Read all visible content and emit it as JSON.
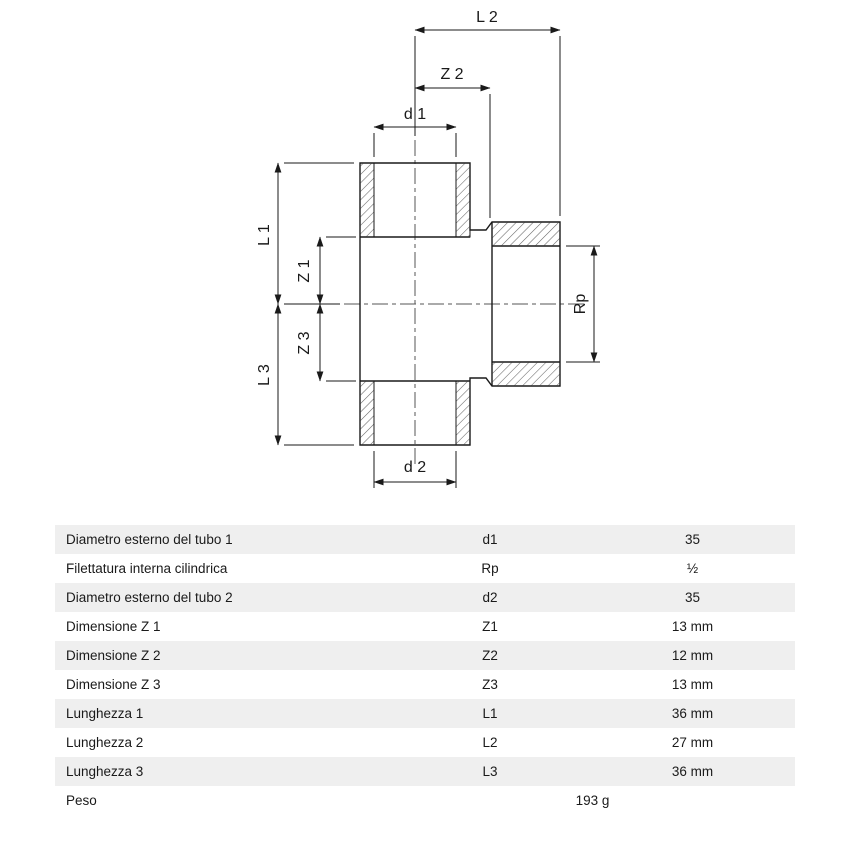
{
  "diagram": {
    "labels": {
      "L2": "L 2",
      "Z2": "Z 2",
      "d1": "d 1",
      "L1": "L 1",
      "Z1": "Z 1",
      "Z3": "Z 3",
      "L3": "L 3",
      "Rp": "Rp",
      "d2": "d 2"
    }
  },
  "table": {
    "rows": [
      {
        "label": "Diametro esterno del tubo 1",
        "symbol": "d1",
        "value": "35"
      },
      {
        "label": "Filettatura interna cilindrica",
        "symbol": "Rp",
        "value": "½"
      },
      {
        "label": "Diametro esterno del tubo 2",
        "symbol": "d2",
        "value": "35"
      },
      {
        "label": "Dimensione Z 1",
        "symbol": "Z1",
        "value": "13 mm"
      },
      {
        "label": "Dimensione Z 2",
        "symbol": "Z2",
        "value": "12 mm"
      },
      {
        "label": "Dimensione Z 3",
        "symbol": "Z3",
        "value": "13 mm"
      },
      {
        "label": "Lunghezza 1",
        "symbol": "L1",
        "value": "36 mm"
      },
      {
        "label": "Lunghezza 2",
        "symbol": "L2",
        "value": "27 mm"
      },
      {
        "label": "Lunghezza 3",
        "symbol": "L3",
        "value": "36 mm"
      },
      {
        "label": "Peso",
        "symbol": "",
        "value": "193 g"
      }
    ]
  },
  "colors": {
    "row_alt_bg": "#efefef",
    "line": "#1a1a1a"
  }
}
